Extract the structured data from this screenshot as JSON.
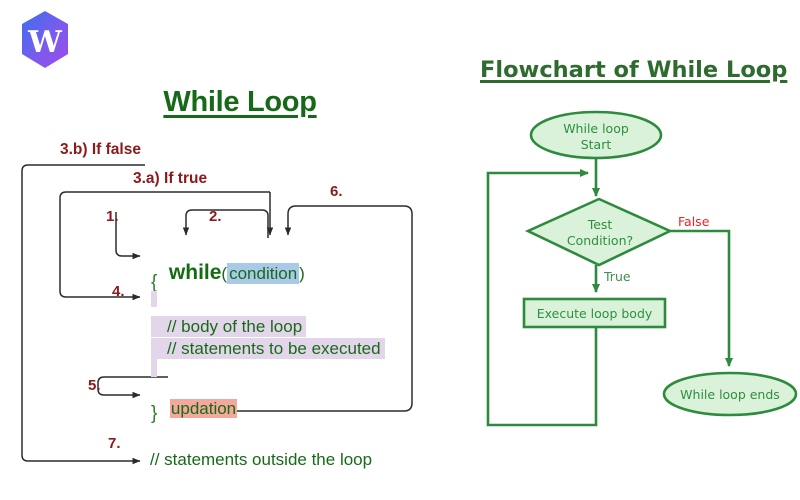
{
  "logo": {
    "letter": "W",
    "name": "w-hexagon-logo",
    "gradient_from": "#3b6ef0",
    "gradient_to": "#a049e8"
  },
  "titles": {
    "left": "While Loop",
    "right": "Flowchart of While Loop",
    "left_color": "#17691a",
    "right_color": "#2e6b2e"
  },
  "code_diagram": {
    "labels": {
      "if_false": "3.b) If false",
      "if_true": "3.a) If true",
      "step1": "1.",
      "step2": "2.",
      "step4": "4.",
      "step5": "5.",
      "step6": "6.",
      "step7": "7."
    },
    "lines": {
      "while_keyword": "while",
      "paren_open": "(",
      "condition": "condition",
      "paren_close": ")",
      "brace_open": "{",
      "body_comment_1": "// body of the loop",
      "body_comment_2": "// statements to be executed",
      "updation": "updation",
      "brace_close": "}",
      "outside_comment": "// statements outside the loop"
    },
    "colors": {
      "code_text": "#176b17",
      "condition_highlight": "#a9c9e8",
      "body_highlight": "#e3d6ea",
      "updation_highlight": "#f4a79c",
      "label_text": "#8b1a1a",
      "connector_line": "#2b2b2b"
    }
  },
  "flowchart": {
    "nodes": [
      {
        "id": "start",
        "shape": "ellipse",
        "label": "While loop\nStart"
      },
      {
        "id": "test",
        "shape": "diamond",
        "label": "Test\nCondition?"
      },
      {
        "id": "body",
        "shape": "rect",
        "label": "Execute loop body"
      },
      {
        "id": "end",
        "shape": "ellipse",
        "label": "While loop ends"
      }
    ],
    "edges": [
      {
        "from": "test",
        "to": "end",
        "label": "False",
        "color": "#f52020"
      },
      {
        "from": "test",
        "to": "body",
        "label": "True",
        "color": "#3f8f4f"
      },
      {
        "from": "body",
        "to": "test",
        "label": "",
        "color": "#2f8f3f"
      }
    ],
    "colors": {
      "stroke": "#2e8b3e",
      "fill": "#d9f2d9",
      "text": "#2f8f3f"
    }
  }
}
